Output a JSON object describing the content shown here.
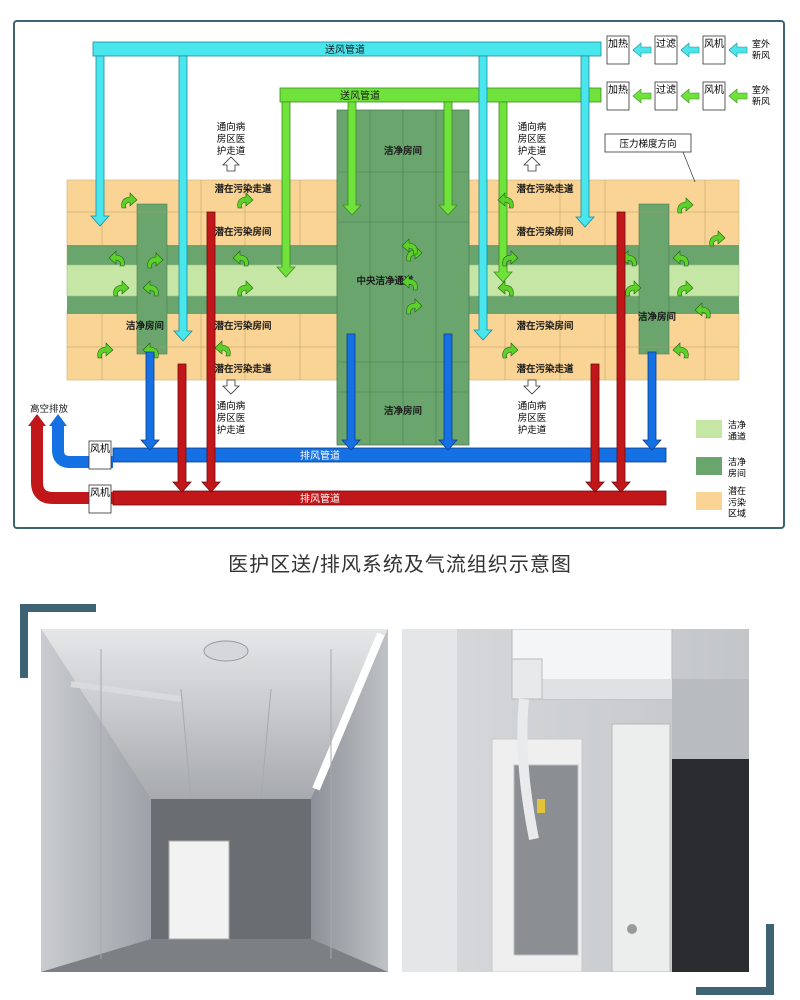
{
  "diagram": {
    "supply_duct_label": "送风管道",
    "supply_units": [
      {
        "heat": "加热",
        "filter": "过滤",
        "fan": "风机",
        "source": "室外新风"
      },
      {
        "heat": "加热",
        "filter": "过滤",
        "fan": "风机",
        "source": "室外新风"
      }
    ],
    "pressure_label": "压力梯度方向",
    "corridor_label": "通向病房区医护走道",
    "zone_labels": {
      "potential_corridor": "潜在污染走道",
      "potential_room": "潜在污染房间",
      "clean_room": "洁净房间",
      "central_clean": "中央洁净通道"
    },
    "exhaust_duct_label": "排风管道",
    "exhaust_fan_label": "风机",
    "high_exhaust_label": "高空排放",
    "legend": [
      {
        "label": "洁净通道",
        "color": "#c6e6a6"
      },
      {
        "label": "洁净房间",
        "color": "#6aa56e"
      },
      {
        "label": "潜在污染区域",
        "color": "#f9d495"
      }
    ],
    "colors": {
      "supply_blue": "#49e6ee",
      "supply_green": "#6fe33b",
      "exhaust_blue": "#1570e3",
      "exhaust_red": "#c2171a"
    }
  },
  "caption": "医护区送/排风系统及气流组织示意图",
  "photos": [
    {
      "name": "corridor-photo"
    },
    {
      "name": "room-photo"
    }
  ]
}
